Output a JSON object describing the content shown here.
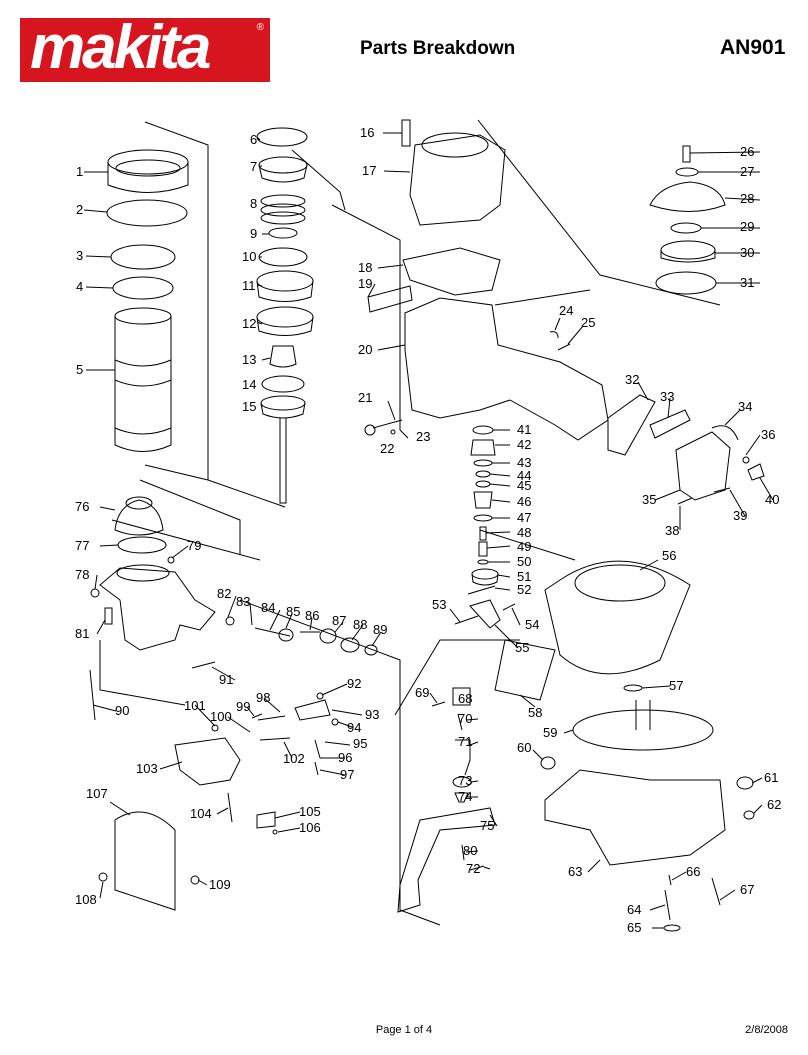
{
  "header": {
    "logo_text": "makita",
    "logo_reg": "®",
    "title": "Parts Breakdown",
    "model": "AN901"
  },
  "footer": {
    "page": "Page 1 of 4",
    "date": "2/8/2008"
  },
  "labels": {
    "p1": "1",
    "p2": "2",
    "p3": "3",
    "p4": "4",
    "p5": "5",
    "p6": "6",
    "p7": "7",
    "p8": "8",
    "p9": "9",
    "p10": "10",
    "p11": "11",
    "p12": "12",
    "p13": "13",
    "p14": "14",
    "p15": "15",
    "p16": "16",
    "p17": "17",
    "p18": "18",
    "p19": "19",
    "p20": "20",
    "p21": "21",
    "p22": "22",
    "p23": "23",
    "p24": "24",
    "p25": "25",
    "p26": "26",
    "p27": "27",
    "p28": "28",
    "p29": "29",
    "p30": "30",
    "p31": "31",
    "p32": "32",
    "p33": "33",
    "p34": "34",
    "p35": "35",
    "p36": "36",
    "p38": "38",
    "p39": "39",
    "p40": "40",
    "p41": "41",
    "p42": "42",
    "p43": "43",
    "p44": "44",
    "p45": "45",
    "p46": "46",
    "p47": "47",
    "p48": "48",
    "p49": "49",
    "p50": "50",
    "p51": "51",
    "p52": "52",
    "p53": "53",
    "p54": "54",
    "p55": "55",
    "p56": "56",
    "p57": "57",
    "p58": "58",
    "p59": "59",
    "p60": "60",
    "p61": "61",
    "p62": "62",
    "p63": "63",
    "p64": "64",
    "p65": "65",
    "p66": "66",
    "p67": "67",
    "p68": "68",
    "p69": "69",
    "p70": "70",
    "p71": "71",
    "p72": "72",
    "p73": "73",
    "p74": "74",
    "p75": "75",
    "p76": "76",
    "p77": "77",
    "p78": "78",
    "p79": "79",
    "p80": "80",
    "p81": "81",
    "p82": "82",
    "p83": "83",
    "p84": "84",
    "p85": "85",
    "p86": "86",
    "p87": "87",
    "p88": "88",
    "p89": "89",
    "p90": "90",
    "p91": "91",
    "p92": "92",
    "p93": "93",
    "p94": "94",
    "p95": "95",
    "p96": "96",
    "p97": "97",
    "p98": "98",
    "p99": "99",
    "p100": "100",
    "p101": "101",
    "p102": "102",
    "p103": "103",
    "p104": "104",
    "p105": "105",
    "p106": "106",
    "p107": "107",
    "p108": "108",
    "p109": "109"
  },
  "colors": {
    "brand": "#d7151f",
    "line": "#000000"
  }
}
